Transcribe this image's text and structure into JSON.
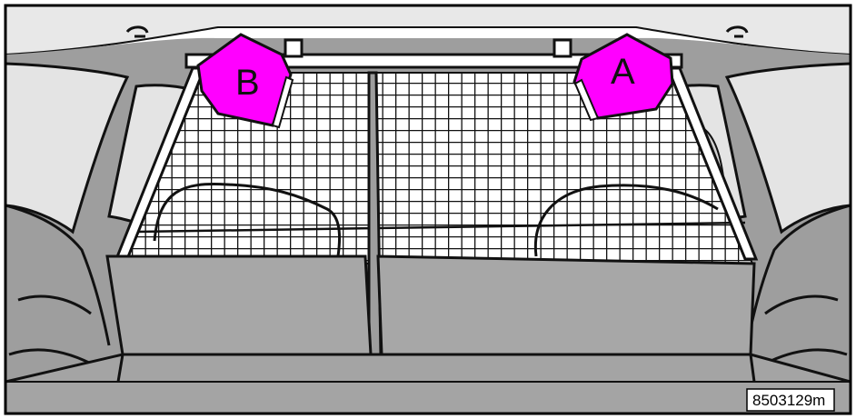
{
  "figure": {
    "label_a": "A",
    "label_b": "B",
    "code": "8503129m"
  },
  "colors": {
    "background": "#ffffff",
    "interior_gray": "#9e9e9e",
    "panel_gray": "#a7a7a7",
    "window": "#e4e4e4",
    "headliner": "#e8e8e8",
    "marker": "#ff00ff",
    "outline": "#111111"
  }
}
